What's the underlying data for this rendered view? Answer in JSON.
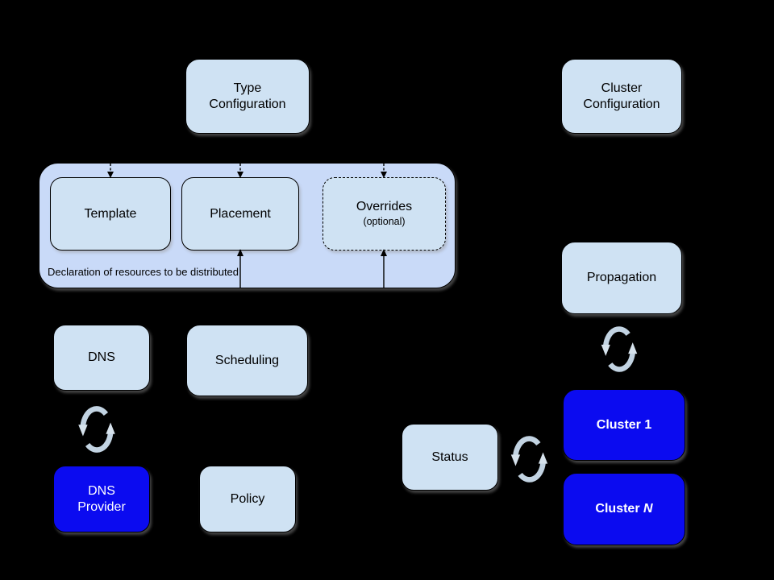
{
  "diagram": {
    "background": "#000000",
    "nodes": {
      "type_configuration": {
        "label": "Type\nConfiguration"
      },
      "cluster_configuration": {
        "label": "Cluster\nConfiguration"
      },
      "template": {
        "label": "Template"
      },
      "placement": {
        "label": "Placement"
      },
      "overrides": {
        "label": "Overrides",
        "sublabel": "(optional)"
      },
      "dns": {
        "label": "DNS"
      },
      "scheduling": {
        "label": "Scheduling"
      },
      "dns_provider": {
        "label": "DNS\nProvider"
      },
      "policy": {
        "label": "Policy"
      },
      "propagation": {
        "label": "Propagation"
      },
      "status": {
        "label": "Status"
      },
      "cluster_1": {
        "label": "Cluster 1"
      },
      "cluster_n": {
        "prefix": "Cluster",
        "suffix": "N"
      }
    },
    "container": {
      "caption": "Declaration of resources to be distributed"
    },
    "icons": {
      "dns_sync": "sync-rotate-icon",
      "propagation_sync": "sync-rotate-icon",
      "status_sync": "sync-rotate-icon"
    },
    "colors": {
      "light_box": "#cfe2f3",
      "container_box": "#c9daf8",
      "accent_box": "#0b0bf0",
      "icon": "#c2d3e2",
      "text_dark": "#000000",
      "text_light": "#ffffff"
    }
  }
}
